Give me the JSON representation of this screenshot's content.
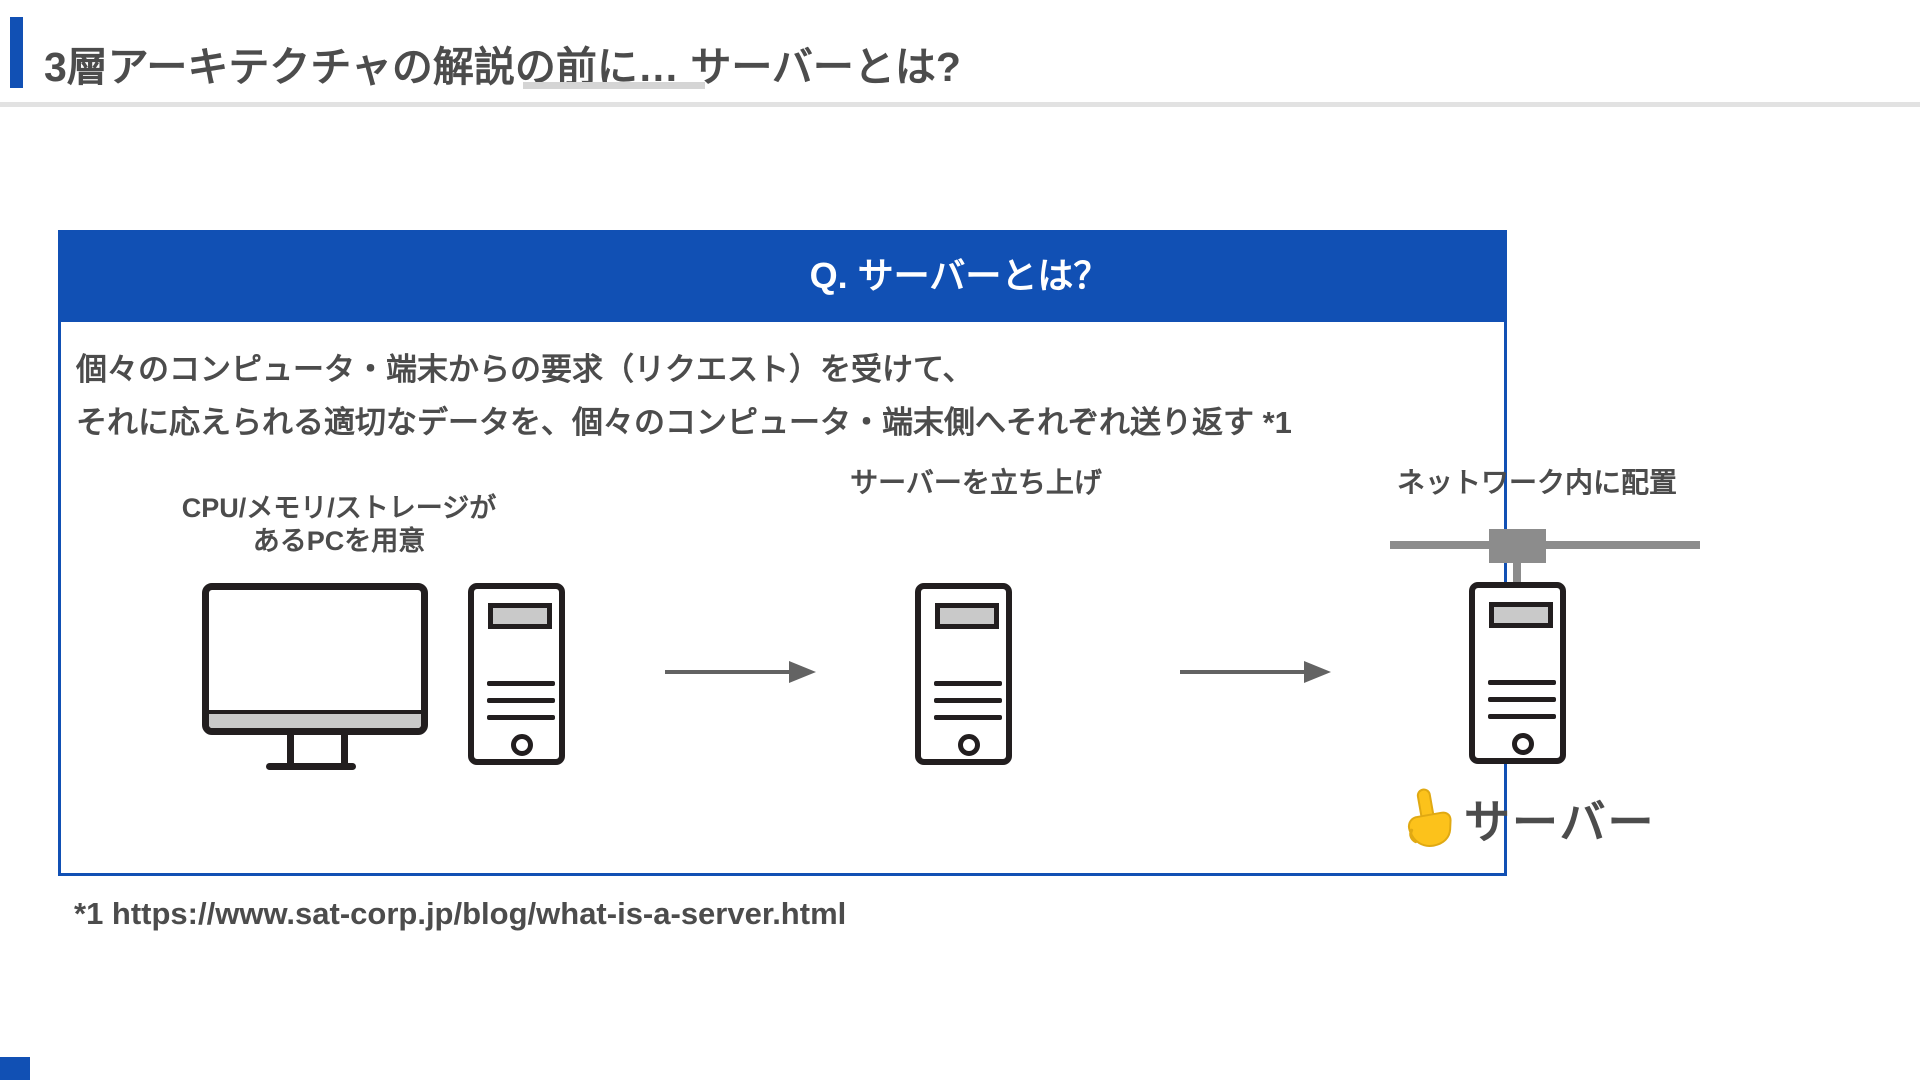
{
  "colors": {
    "accent_blue": "#1150b4",
    "text_dark": "#4c4c4c",
    "icon_outline": "#221e1f",
    "icon_fill_gray": "#c9c9c9",
    "arrow_gray": "#636363",
    "network_gray": "#8c8c8c",
    "hand_yellow": "#fcc21b",
    "underline_gray": "#d5d5d5"
  },
  "header": {
    "title": "3層アーキテクチャの解説の前に… サーバーとは?"
  },
  "qa_box": {
    "question": "Q. サーバーとは？",
    "answer_line1": "個々のコンピュータ・端末からの要求（リクエスト）を受けて、",
    "answer_line2": "それに応えられる適切なデータを、個々のコンピュータ・端末側へそれぞれ送り返す *1",
    "steps": [
      {
        "line1": "CPU/メモリ/ストレージが",
        "line2": "あるPCを用意"
      },
      {
        "line1": "サーバーを立ち上げ",
        "line2": ""
      },
      {
        "line1": "ネットワーク内に配置",
        "line2": ""
      }
    ],
    "pointer_label": "サーバー"
  },
  "icons": {
    "hand": "pointing-up-hand",
    "monitor": "desktop-monitor",
    "tower": "pc-tower",
    "arrow": "arrow-right",
    "network_hub": "network-hub"
  },
  "footnote": "*1 https://www.sat-corp.jp/blog/what-is-a-server.html"
}
